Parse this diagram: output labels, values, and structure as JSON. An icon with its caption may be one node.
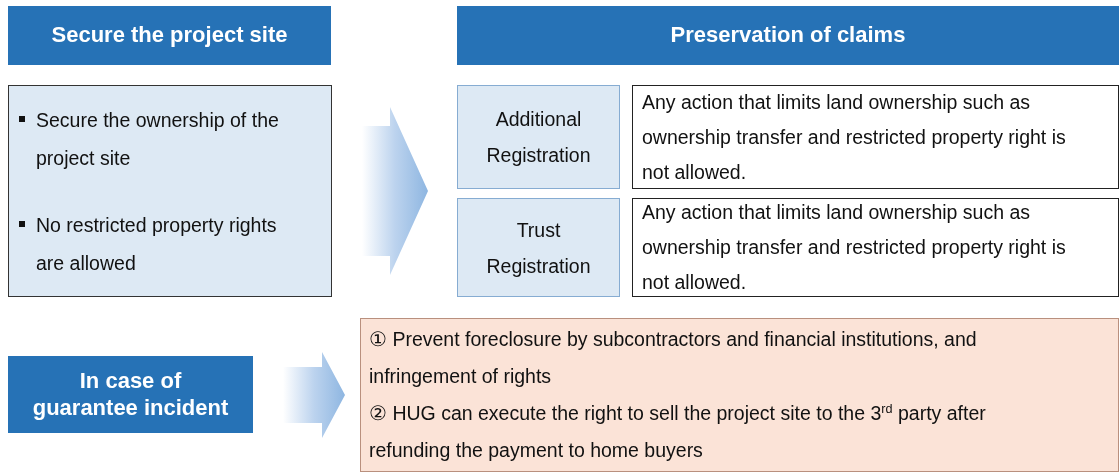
{
  "diagram": {
    "nodes": [
      {
        "text": [
          "Secure the project site"
        ]
      },
      {
        "text": [
          "Secure the ownership of the project site",
          "No restricted property rights are allowed"
        ]
      },
      {
        "text": [
          "Preservation of claims"
        ]
      },
      {
        "text": [
          "Additional Registration"
        ]
      },
      {
        "text": [
          "Any action that limits land ownership such as ownership transfer and restricted property right is not allowed."
        ]
      },
      {
        "text": [
          "Trust Registration"
        ]
      },
      {
        "text": [
          "Any action that limits land ownership such as ownership transfer and restricted property right is not allowed."
        ]
      },
      {
        "text": [
          "In case of guarantee incident"
        ]
      },
      {
        "text": [
          "① Prevent foreclosure by subcontractors and financial institutions, and infringement of rights",
          "② HUG can execute the right to sell the project site to the 3$^{rd}$ party after refunding the payment to home buyers"
        ]
      }
    ],
    "edges": [
      {
        "from": 1,
        "to": 3,
        "arrow": "to"
      },
      {
        "from": 1,
        "to": 5,
        "arrow": "to"
      },
      {
        "from": 7,
        "to": 8,
        "arrow": "to"
      }
    ]
  }
}
